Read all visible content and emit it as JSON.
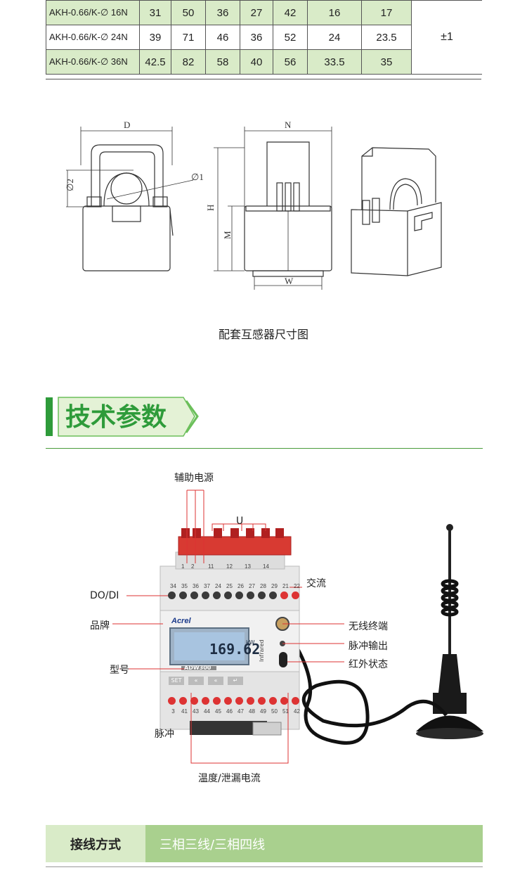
{
  "spec_table": {
    "rows": [
      {
        "model": "AKH-0.66/K-∅ 16N",
        "values": [
          "31",
          "50",
          "36",
          "27",
          "42",
          "16",
          "17"
        ],
        "shade": true
      },
      {
        "model": "AKH-0.66/K-∅ 24N",
        "values": [
          "39",
          "71",
          "46",
          "36",
          "52",
          "24",
          "23.5"
        ],
        "shade": false
      },
      {
        "model": "AKH-0.66/K-∅ 36N",
        "values": [
          "42.5",
          "82",
          "58",
          "40",
          "56",
          "33.5",
          "35"
        ],
        "shade": true
      }
    ],
    "tolerance": "±1"
  },
  "drawing_labels": {
    "d": "D",
    "phi1": "∅1",
    "phi2": "∅2",
    "n": "N",
    "h": "H",
    "m": "M",
    "w": "W"
  },
  "drawing_caption": "配套互感器尺寸图",
  "section_title": "技术参数",
  "device": {
    "labels": {
      "aux_power": "辅助电源",
      "u": "U",
      "ac": "交流",
      "do_di": "DO/DI",
      "brand": "品牌",
      "model": "型号",
      "pulse": "脉冲",
      "temp_leak": "温度/泄漏电流",
      "wireless": "无线终端",
      "pulse_out": "脉冲输出",
      "ir_status": "红外状态"
    },
    "brand_name": "Acrel",
    "model_name": "ADW300",
    "lcd_value": "169.62",
    "lcd_unit": "kW",
    "side_text": "Infrared",
    "top_terminals": [
      "1",
      "2",
      "11",
      "12",
      "13",
      "14"
    ],
    "mid_terminals": [
      "34",
      "35",
      "36",
      "37",
      "24",
      "25",
      "26",
      "27",
      "28",
      "29",
      "21",
      "22"
    ],
    "bottom_terminals": [
      "3",
      "41",
      "43",
      "44",
      "45",
      "46",
      "47",
      "48",
      "49",
      "50",
      "51",
      "42"
    ],
    "buttons": [
      "SET",
      "«",
      "«",
      "↵"
    ]
  },
  "wiring": {
    "key": "接线方式",
    "value": "三相三线/三相四线"
  }
}
